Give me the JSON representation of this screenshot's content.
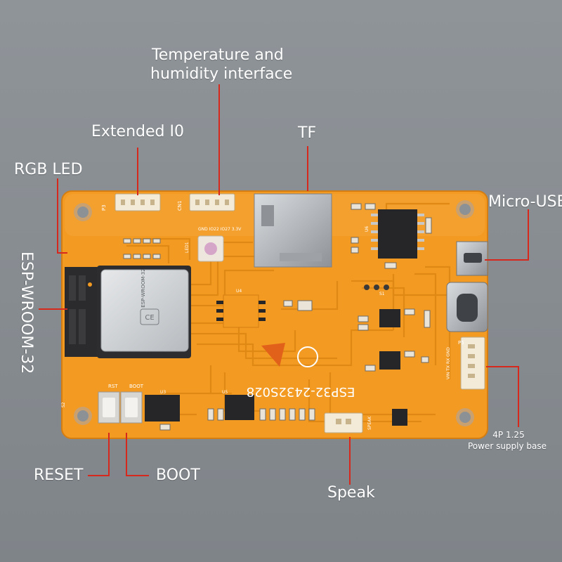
{
  "colors": {
    "background": "#8c9196",
    "pcb": "#f29a22",
    "pcb_trace": "#e08814",
    "pointer_line": "#d6281c",
    "label_text": "#ffffff"
  },
  "callouts": {
    "temp_humidity_line1": "Temperature and",
    "temp_humidity_line2": "humidity interface",
    "extended_io": "Extended I0",
    "tf": "TF",
    "rgb_led": "RGB LED",
    "micro_usb": "Micro-USB",
    "esp_wroom": "ESP-WROOM-32",
    "reset": "RESET",
    "boot": "BOOT",
    "speak": "Speak",
    "power_line1": "4P 1.25",
    "power_line2": "Power supply base"
  },
  "board_silkscreen": {
    "model": "ESP32-2432S028",
    "module": "ESP-WROOM-32",
    "p3": "P3",
    "cn1": "CN1",
    "gnd_pins": "GND IO22 IO27 3.3V",
    "led1": "LED1",
    "rst": "RST",
    "boot": "BOOT",
    "speak": "SPEAK",
    "p5": "P5",
    "p5_pins": "VIN TX RX GND",
    "u3": "U3",
    "u4": "U4",
    "u5": "U5",
    "u6": "U6",
    "s1": "S1",
    "s2": "S2"
  }
}
